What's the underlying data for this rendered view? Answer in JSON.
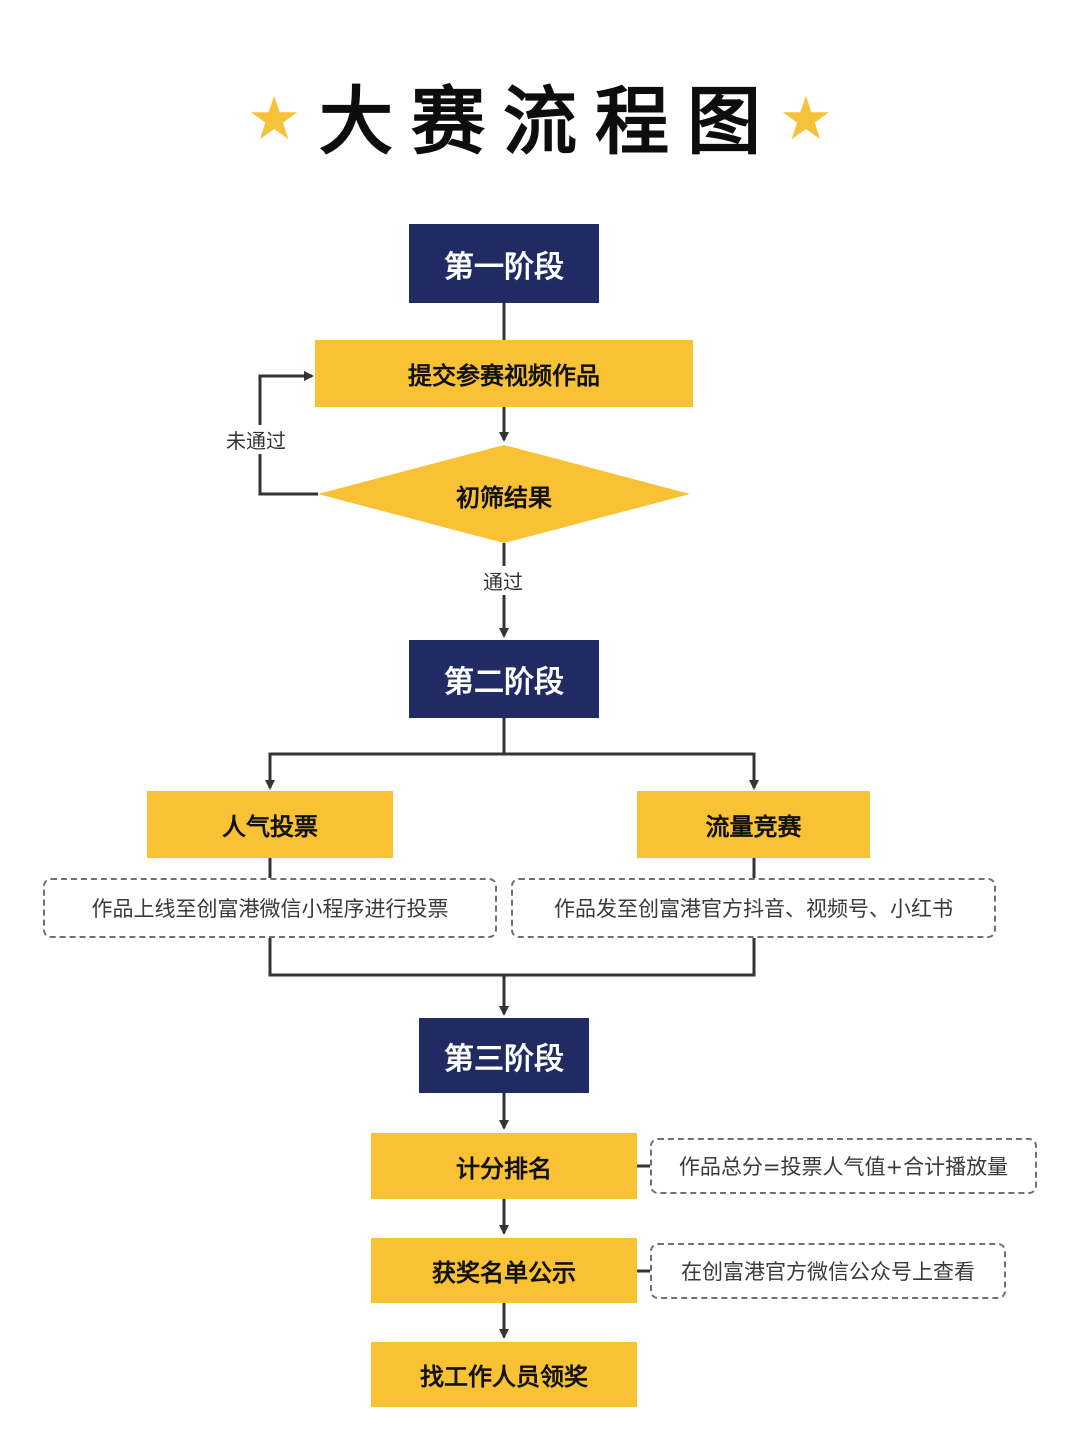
{
  "title": {
    "star_left": "★",
    "text": "大赛流程图",
    "star_right": "★"
  },
  "colors": {
    "stage_bg": "#1f2b62",
    "box_bg": "#f9c235",
    "star": "#f5c23a",
    "line": "#333333"
  },
  "stages": {
    "one": "第一阶段",
    "two": "第二阶段",
    "three": "第三阶段"
  },
  "steps": {
    "submit": "提交参赛视频作品",
    "screening": "初筛结果",
    "popularity": "人气投票",
    "traffic": "流量竞赛",
    "scoring": "计分排名",
    "announce": "获奖名单公示",
    "claim": "找工作人员领奖"
  },
  "labels": {
    "not_passed": "未通过",
    "passed": "通过"
  },
  "notes": {
    "popularity": "作品上线至创富港微信小程序进行投票",
    "traffic": "作品发至创富港官方抖音、视频号、小红书",
    "scoring": "作品总分=投票人气值+合计播放量",
    "announce": "在创富港官方微信公众号上查看"
  }
}
